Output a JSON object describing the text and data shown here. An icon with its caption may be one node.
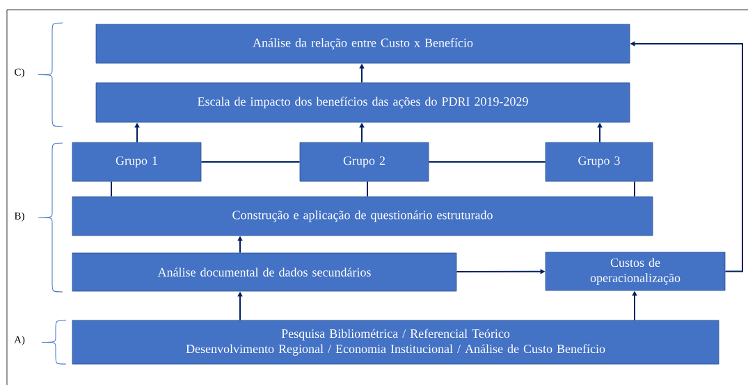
{
  "diagram": {
    "nodes": [
      {
        "text": [
          "Análise da relação entre Custo x Benefício"
        ]
      },
      {
        "text": [
          "Escala de impacto dos benefícios das ações do PDRI 2019-2029"
        ]
      },
      {
        "text": [
          "Grupo 1"
        ]
      },
      {
        "text": [
          "Grupo 2"
        ]
      },
      {
        "text": [
          "Grupo 3"
        ]
      },
      {
        "text": [
          "Construção e aplicação de questionário estruturado"
        ]
      },
      {
        "text": [
          "Análise documental de dados secundários"
        ]
      },
      {
        "text": [
          "Custos de operacionalização"
        ]
      },
      {
        "text": [
          "Pesquisa Bibliométrica / Referencial Teórico",
          "Desenvolvimento Regional / Economia Institucional / Análise de Custo Benefício"
        ]
      }
    ],
    "edges": [
      {
        "from": 1,
        "to": 0,
        "arrow": "to"
      },
      {
        "from": 2,
        "to": 1,
        "arrow": "to"
      },
      {
        "from": 3,
        "to": 1,
        "arrow": "to"
      },
      {
        "from": 4,
        "to": 1,
        "arrow": "to"
      },
      {
        "from": 2,
        "to": 3,
        "arrow": "none"
      },
      {
        "from": 3,
        "to": 4,
        "arrow": "none"
      },
      {
        "from": 5,
        "to": 2,
        "arrow": "none"
      },
      {
        "from": 5,
        "to": 3,
        "arrow": "none"
      },
      {
        "from": 5,
        "to": 4,
        "arrow": "none"
      },
      {
        "from": 6,
        "to": 5,
        "arrow": "to"
      },
      {
        "from": 8,
        "to": 6,
        "arrow": "to"
      },
      {
        "from": 8,
        "to": 7,
        "arrow": "to"
      },
      {
        "from": 6,
        "to": 7,
        "arrow": "to"
      },
      {
        "from": 7,
        "to": 0,
        "arrow": "to"
      }
    ],
    "labels": [
      "C)",
      "B)",
      "A)"
    ]
  }
}
